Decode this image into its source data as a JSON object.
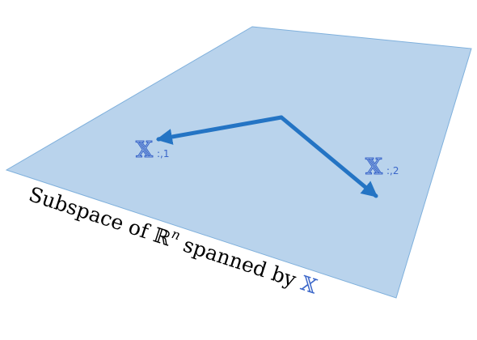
{
  "colors": {
    "plane_fill": "#b9d3ec",
    "plane_edge": "#7fb0dc",
    "arrow": "#2474c4",
    "symbol": "#3a66c9",
    "caption_text": "#000000"
  },
  "vectors": {
    "symbol": "𝕏",
    "first": {
      "subscript": ":,1"
    },
    "second": {
      "subscript": ":,2"
    }
  },
  "caption": {
    "prefix": "Subspace of ",
    "field_symbol": "ℝ",
    "exponent": "n",
    "middle": " spanned by ",
    "matrix_symbol": "𝕏"
  }
}
